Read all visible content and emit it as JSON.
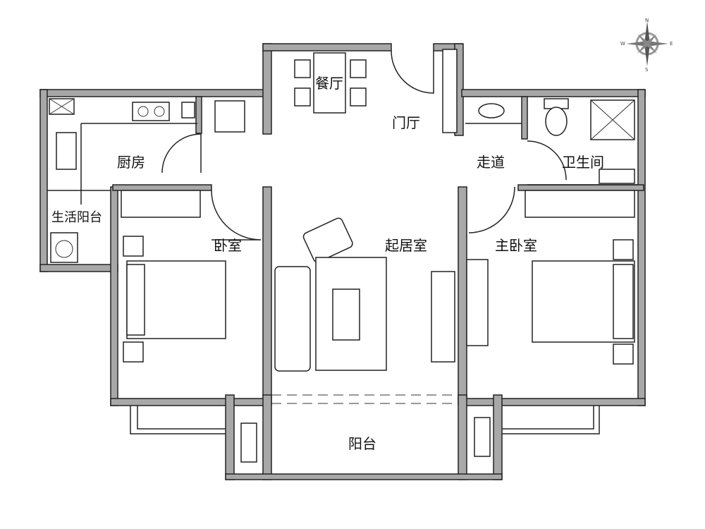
{
  "rooms": {
    "dining": "餐厅",
    "foyer": "门厅",
    "kitchen": "厨房",
    "corridor": "走道",
    "bathroom": "卫生间",
    "utility_balcony": "生活阳台",
    "bedroom": "卧室",
    "living_room": "起居室",
    "master_bedroom": "主卧室",
    "balcony": "阳台"
  },
  "compass": {
    "n": "N",
    "s": "S",
    "e": "E",
    "w": "W"
  },
  "colors": {
    "wall": "#a8a8a8",
    "line": "#222222"
  }
}
